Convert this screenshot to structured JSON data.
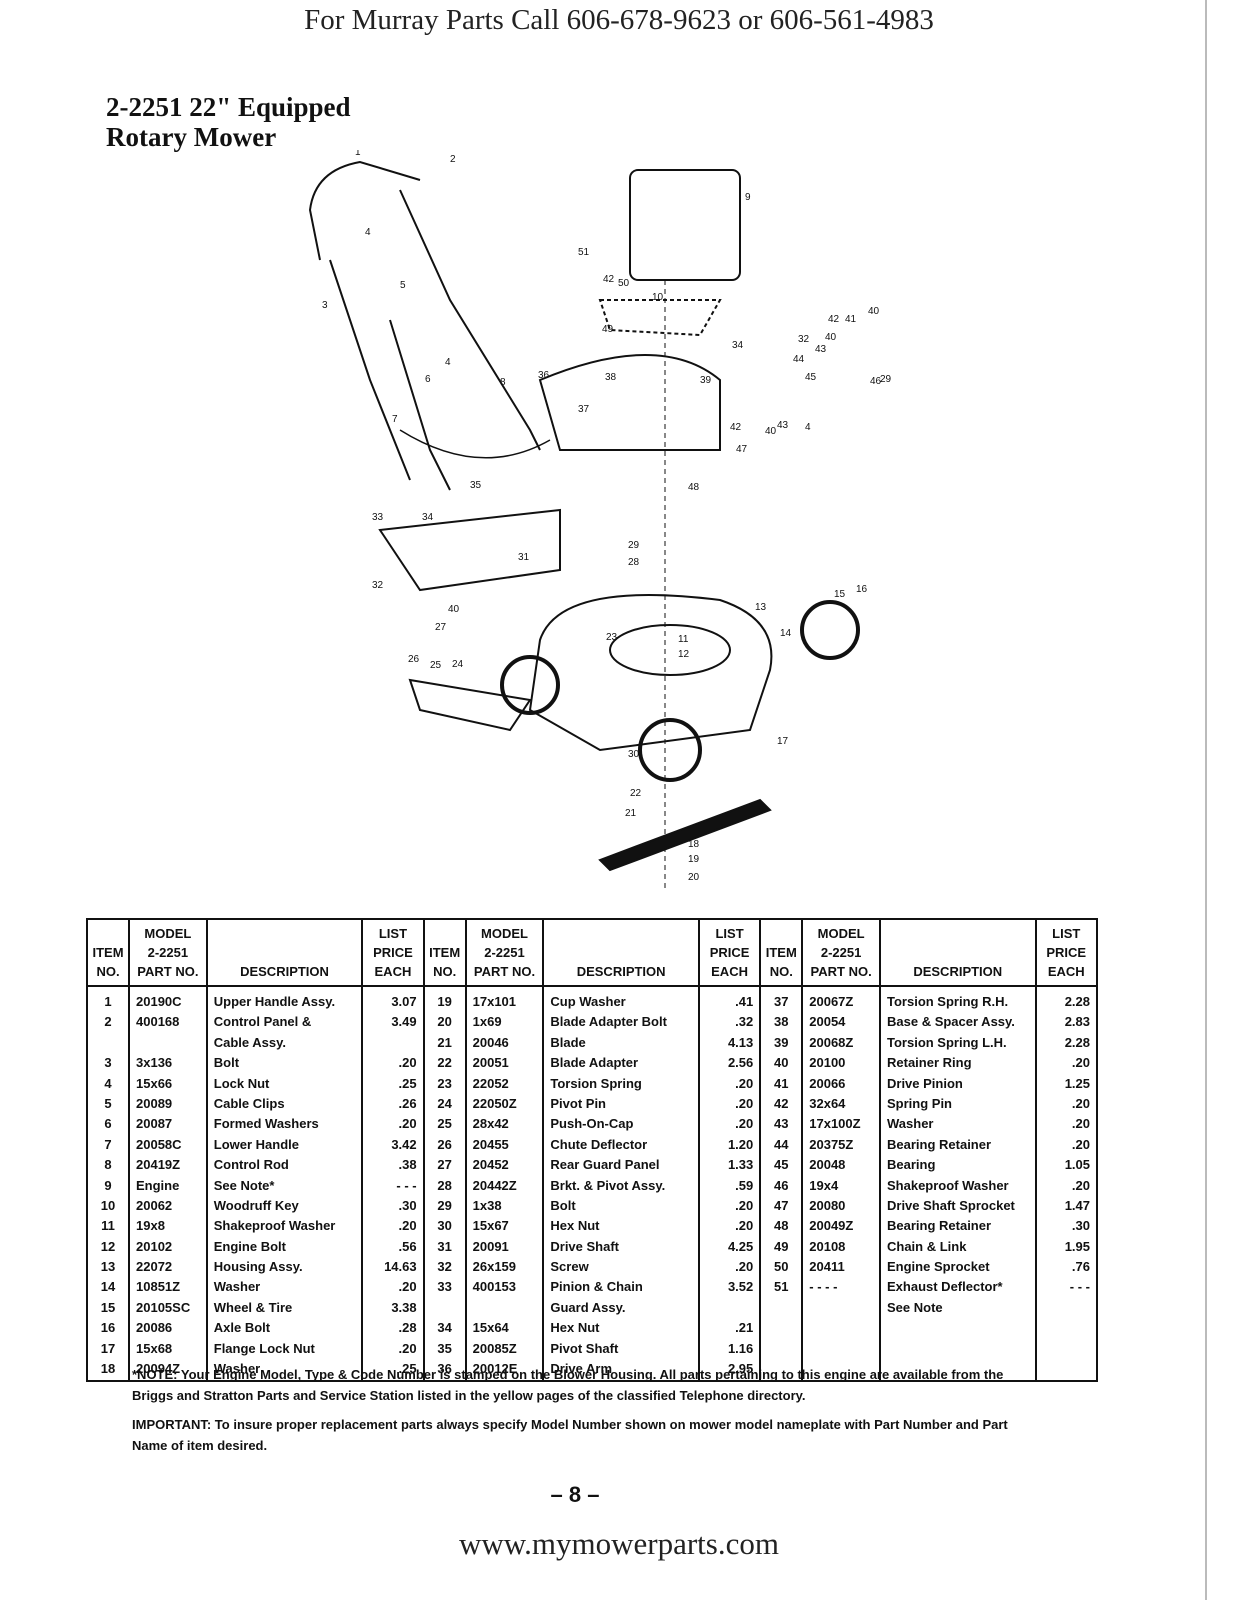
{
  "header": {
    "text": "For Murray Parts Call 606-678-9623 or 606-561-4983"
  },
  "title": {
    "line1": "2-2251 22\" Equipped",
    "line2": "Rotary Mower"
  },
  "diagram_labels": [
    "1",
    "2",
    "3",
    "4",
    "5",
    "6",
    "4",
    "8",
    "7",
    "9",
    "51",
    "42",
    "50",
    "10",
    "49",
    "34",
    "36",
    "38",
    "39",
    "37",
    "42",
    "47",
    "48",
    "42",
    "41",
    "40",
    "32",
    "43",
    "40",
    "44",
    "45",
    "46",
    "29",
    "40",
    "43",
    "4",
    "35",
    "34",
    "33",
    "32",
    "31",
    "29",
    "28",
    "40",
    "27",
    "23",
    "11",
    "12",
    "13",
    "15",
    "16",
    "14",
    "26",
    "25",
    "24",
    "17",
    "30",
    "22",
    "21",
    "18",
    "19",
    "20"
  ],
  "table": {
    "headers": {
      "item": [
        "ITEM",
        "NO."
      ],
      "model": [
        "MODEL",
        "2-2251",
        "PART NO."
      ],
      "description": "DESCRIPTION",
      "price": [
        "LIST",
        "PRICE",
        "EACH"
      ]
    },
    "rows": [
      [
        [
          "1",
          "20190C",
          "Upper Handle Assy.",
          "3.07"
        ],
        [
          "19",
          "17x101",
          "Cup Washer",
          ".41"
        ],
        [
          "37",
          "20067Z",
          "Torsion Spring R.H.",
          "2.28"
        ]
      ],
      [
        [
          "2",
          "400168",
          "Control Panel &",
          "3.49"
        ],
        [
          "20",
          "1x69",
          "Blade Adapter Bolt",
          ".32"
        ],
        [
          "38",
          "20054",
          "Base & Spacer Assy.",
          "2.83"
        ]
      ],
      [
        [
          "",
          "",
          "Cable Assy.",
          ""
        ],
        [
          "21",
          "20046",
          "Blade",
          "4.13"
        ],
        [
          "39",
          "20068Z",
          "Torsion Spring L.H.",
          "2.28"
        ]
      ],
      [
        [
          "3",
          "3x136",
          "Bolt",
          ".20"
        ],
        [
          "22",
          "20051",
          "Blade Adapter",
          "2.56"
        ],
        [
          "40",
          "20100",
          "Retainer Ring",
          ".20"
        ]
      ],
      [
        [
          "4",
          "15x66",
          "Lock Nut",
          ".25"
        ],
        [
          "23",
          "22052",
          "Torsion Spring",
          ".20"
        ],
        [
          "41",
          "20066",
          "Drive Pinion",
          "1.25"
        ]
      ],
      [
        [
          "5",
          "20089",
          "Cable Clips",
          ".26"
        ],
        [
          "24",
          "22050Z",
          "Pivot Pin",
          ".20"
        ],
        [
          "42",
          "32x64",
          "Spring Pin",
          ".20"
        ]
      ],
      [
        [
          "6",
          "20087",
          "Formed Washers",
          ".20"
        ],
        [
          "25",
          "28x42",
          "Push-On-Cap",
          ".20"
        ],
        [
          "43",
          "17x100Z",
          "Washer",
          ".20"
        ]
      ],
      [
        [
          "7",
          "20058C",
          "Lower Handle",
          "3.42"
        ],
        [
          "26",
          "20455",
          "Chute Deflector",
          "1.20"
        ],
        [
          "44",
          "20375Z",
          "Bearing Retainer",
          ".20"
        ]
      ],
      [
        [
          "8",
          "20419Z",
          "Control Rod",
          ".38"
        ],
        [
          "27",
          "20452",
          "Rear Guard Panel",
          "1.33"
        ],
        [
          "45",
          "20048",
          "Bearing",
          "1.05"
        ]
      ],
      [
        [
          "9",
          "Engine",
          "See Note*",
          "- - -"
        ],
        [
          "28",
          "20442Z",
          "Brkt. & Pivot Assy.",
          ".59"
        ],
        [
          "46",
          "19x4",
          "Shakeproof Washer",
          ".20"
        ]
      ],
      [
        [
          "10",
          "20062",
          "Woodruff Key",
          ".30"
        ],
        [
          "29",
          "1x38",
          "Bolt",
          ".20"
        ],
        [
          "47",
          "20080",
          "Drive Shaft Sprocket",
          "1.47"
        ]
      ],
      [
        [
          "11",
          "19x8",
          "Shakeproof Washer",
          ".20"
        ],
        [
          "30",
          "15x67",
          "Hex Nut",
          ".20"
        ],
        [
          "48",
          "20049Z",
          "Bearing Retainer",
          ".30"
        ]
      ],
      [
        [
          "12",
          "20102",
          "Engine Bolt",
          ".56"
        ],
        [
          "31",
          "20091",
          "Drive Shaft",
          "4.25"
        ],
        [
          "49",
          "20108",
          "Chain & Link",
          "1.95"
        ]
      ],
      [
        [
          "13",
          "22072",
          "Housing Assy.",
          "14.63"
        ],
        [
          "32",
          "26x159",
          "Screw",
          ".20"
        ],
        [
          "50",
          "20411",
          "Engine Sprocket",
          ".76"
        ]
      ],
      [
        [
          "14",
          "10851Z",
          "Washer",
          ".20"
        ],
        [
          "33",
          "400153",
          "Pinion & Chain",
          "3.52"
        ],
        [
          "51",
          "- - - -",
          "Exhaust Deflector*",
          "- - -"
        ]
      ],
      [
        [
          "15",
          "20105SC",
          "Wheel & Tire",
          "3.38"
        ],
        [
          "",
          "",
          "Guard Assy.",
          ""
        ],
        [
          "",
          "",
          "See Note",
          ""
        ]
      ],
      [
        [
          "16",
          "20086",
          "Axle Bolt",
          ".28"
        ],
        [
          "34",
          "15x64",
          "Hex Nut",
          ".21"
        ],
        [
          "",
          "",
          "",
          ""
        ]
      ],
      [
        [
          "17",
          "15x68",
          "Flange Lock Nut",
          ".20"
        ],
        [
          "35",
          "20085Z",
          "Pivot Shaft",
          "1.16"
        ],
        [
          "",
          "",
          "",
          ""
        ]
      ],
      [
        [
          "18",
          "20094Z",
          "Washer",
          ".25"
        ],
        [
          "36",
          "20012E",
          "Drive Arm",
          "2.95"
        ],
        [
          "",
          "",
          "",
          ""
        ]
      ]
    ]
  },
  "notes": {
    "note": "*NOTE: Your Engine Model, Type & Code Number is stamped on the Blower Housing. All parts pertaining to this engine are available from the Briggs and Stratton Parts and Service Station listed in the yellow pages of the classified Telephone directory.",
    "important": "IMPORTANT: To insure proper replacement parts always specify Model Number shown on mower model nameplate with Part Number and Part Name of item desired."
  },
  "page_number": "– 8 –",
  "footer": {
    "text": "www.mymowerparts.com"
  }
}
